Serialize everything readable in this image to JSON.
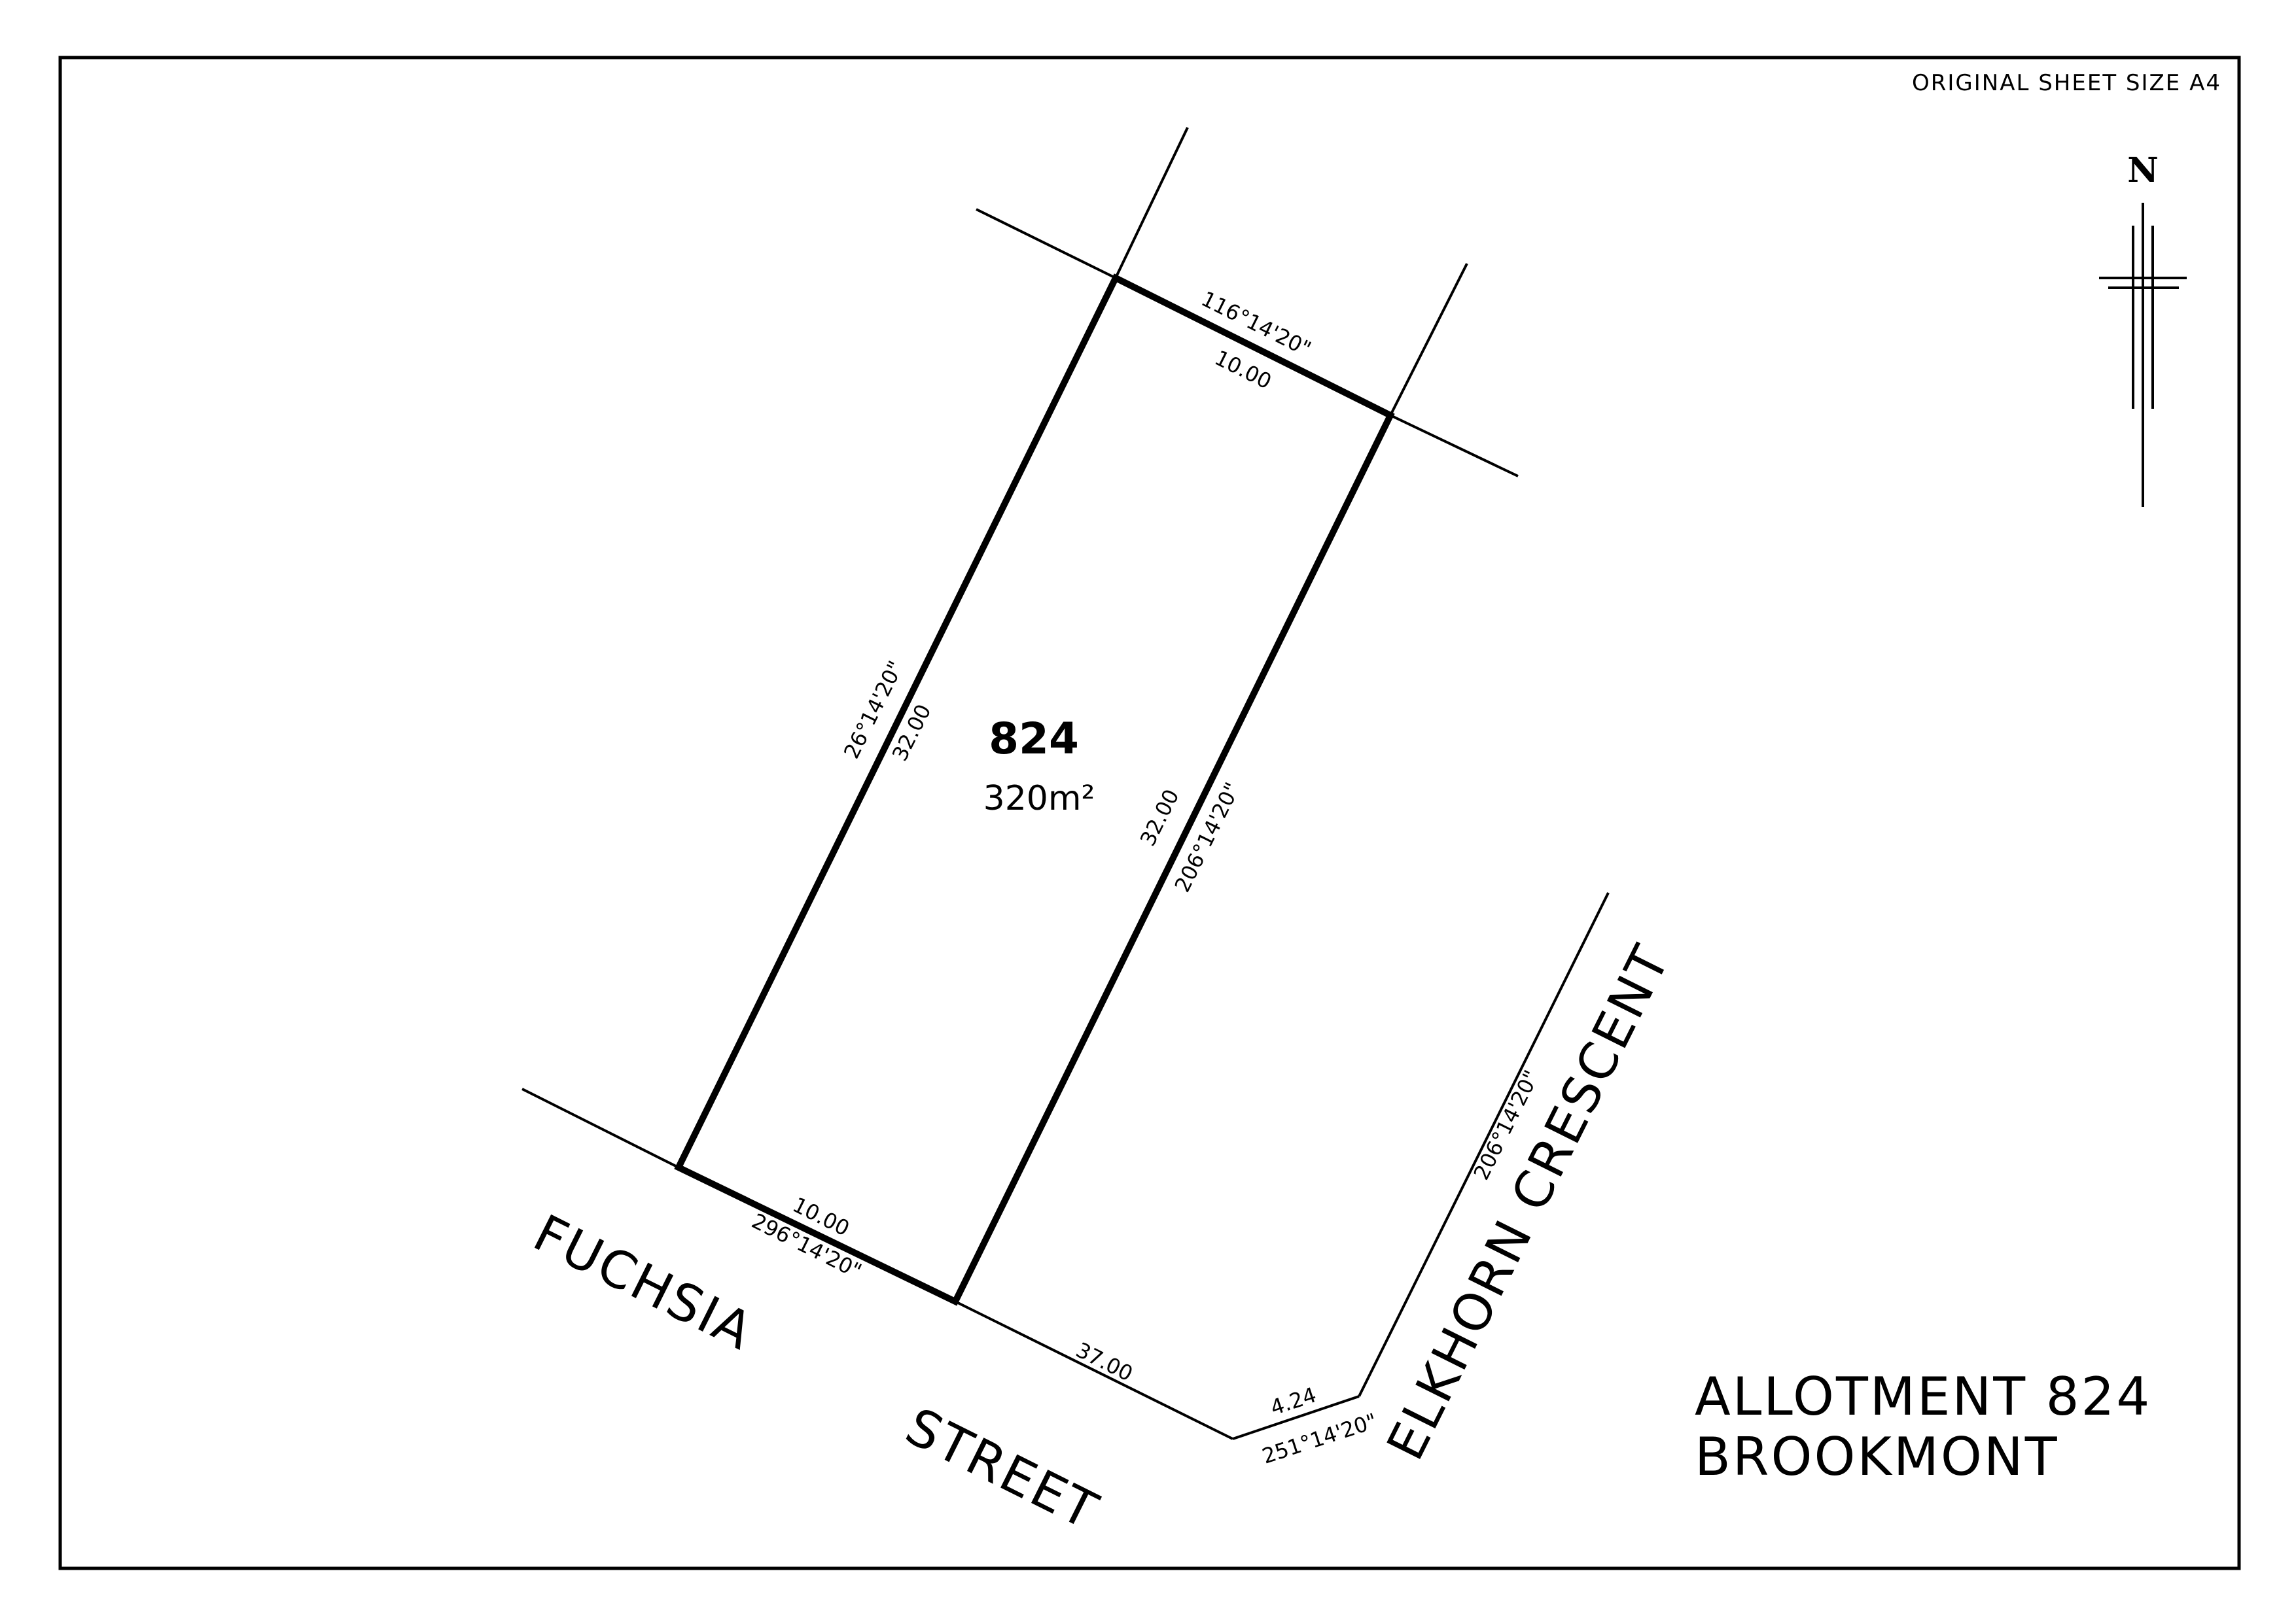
{
  "sheet": {
    "size_note": "ORIGINAL SHEET SIZE A4",
    "north_label": "N"
  },
  "allotment": {
    "number": "824",
    "area": "320m²"
  },
  "title": {
    "line1": "ALLOTMENT 824",
    "line2": "BROOKMONT"
  },
  "streets": {
    "south": {
      "word1": "FUCHSIA",
      "word2": "STREET"
    },
    "east": {
      "name": "ELKHORN CRESCENT"
    }
  },
  "dimensions": {
    "north_bearing": "116°14'20\"",
    "north_distance": "10.00",
    "west_bearing": "26°14'20\"",
    "west_distance": "32.00",
    "east_bearing": "206°14'20\"",
    "east_distance": "32.00",
    "south_distance": "10.00",
    "south_bearing": "296°14'20\"",
    "frontage_distance": "37.00",
    "corner_distance": "4.24",
    "corner_bearing": "251°14'20\"",
    "crescent_bearing": "206°14'20\""
  }
}
